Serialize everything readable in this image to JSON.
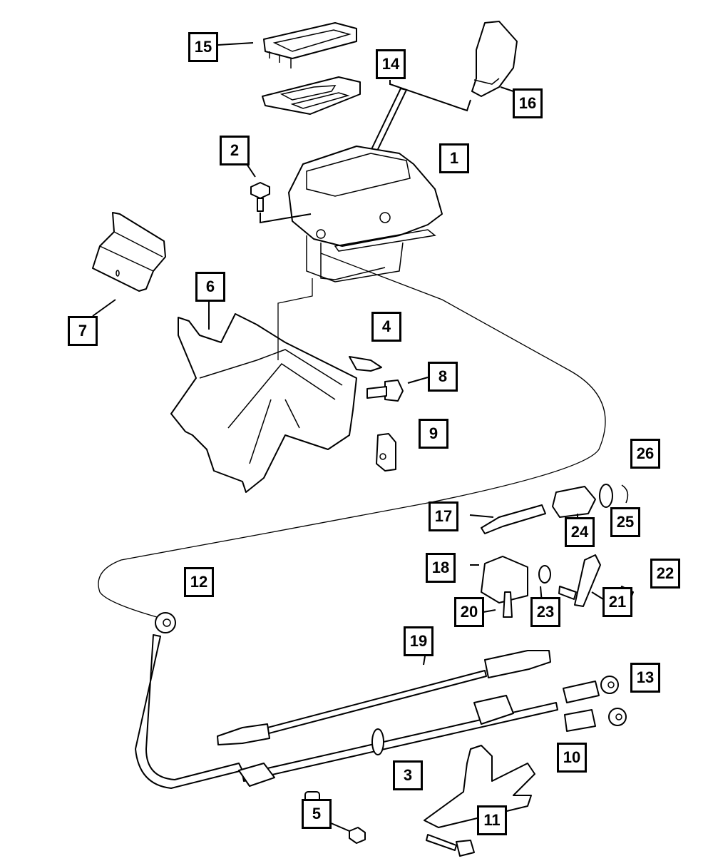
{
  "diagram": {
    "title": "Automatic Transmission Gearshift Controls — Exploded Parts View",
    "callouts": [
      {
        "id": "c1",
        "label": "1",
        "part": "shifter-assembly"
      },
      {
        "id": "c2",
        "label": "2",
        "part": "mounting-bolt"
      },
      {
        "id": "c3",
        "label": "3",
        "part": "shift-cable"
      },
      {
        "id": "c4",
        "label": "4",
        "part": "clip"
      },
      {
        "id": "c5",
        "label": "5",
        "part": "bolt-and-nut"
      },
      {
        "id": "c6",
        "label": "6",
        "part": "bracket"
      },
      {
        "id": "c7",
        "label": "7",
        "part": "heat-shield"
      },
      {
        "id": "c8",
        "label": "8",
        "part": "bolt"
      },
      {
        "id": "c9",
        "label": "9",
        "part": "retainer-clip"
      },
      {
        "id": "c10",
        "label": "10",
        "part": "cable-end-fitting"
      },
      {
        "id": "c11",
        "label": "11",
        "part": "cable-bracket"
      },
      {
        "id": "c12",
        "label": "12",
        "part": "shift-cable-assembly"
      },
      {
        "id": "c13",
        "label": "13",
        "part": "cable-end-fitting"
      },
      {
        "id": "c14",
        "label": "14",
        "part": "shift-lever"
      },
      {
        "id": "c15",
        "label": "15",
        "part": "bezel"
      },
      {
        "id": "c16",
        "label": "16",
        "part": "shift-knob"
      },
      {
        "id": "c17",
        "label": "17",
        "part": "lock-cylinder-rod"
      },
      {
        "id": "c18",
        "label": "18",
        "part": "housing"
      },
      {
        "id": "c19",
        "label": "19",
        "part": "interlock-cable"
      },
      {
        "id": "c20",
        "label": "20",
        "part": "solenoid"
      },
      {
        "id": "c21",
        "label": "21",
        "part": "lever"
      },
      {
        "id": "c22",
        "label": "22",
        "part": "pin"
      },
      {
        "id": "c23",
        "label": "23",
        "part": "bushing"
      },
      {
        "id": "c24",
        "label": "24",
        "part": "lock-cylinder"
      },
      {
        "id": "c25",
        "label": "25",
        "part": "o-ring"
      },
      {
        "id": "c26",
        "label": "26",
        "part": "snap-ring"
      }
    ]
  }
}
